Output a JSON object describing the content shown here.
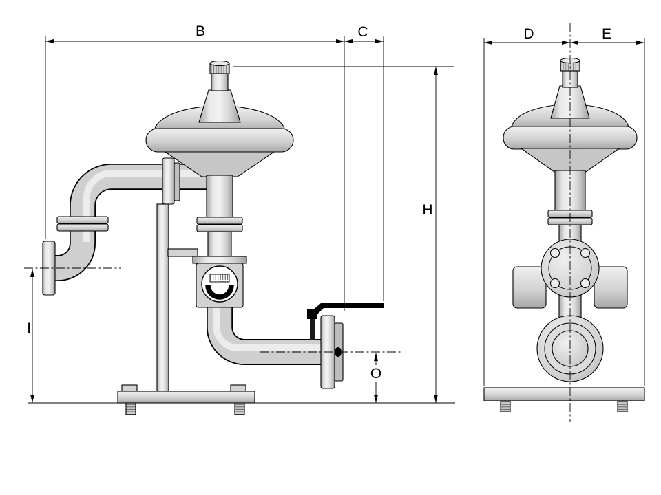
{
  "diagram": {
    "dimension_labels": {
      "B": "B",
      "C": "C",
      "D": "D",
      "E": "E",
      "H": "H",
      "I": "I",
      "O": "O"
    },
    "colors": {
      "background": "#ffffff",
      "line": "#000000",
      "metal_light": "#ececec",
      "metal_mid": "#d4d4d4",
      "metal_dark": "#a8a8a8",
      "handle": "#000000"
    }
  }
}
